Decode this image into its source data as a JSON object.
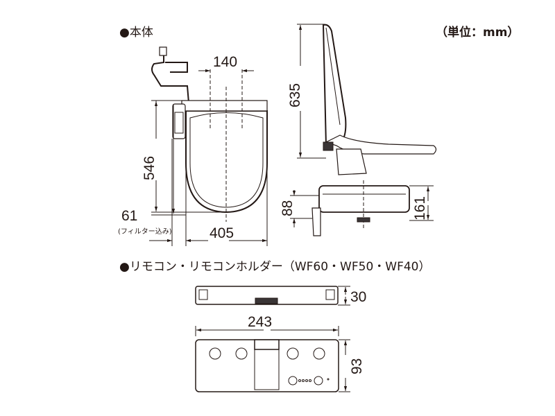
{
  "headings": {
    "body": "●本体",
    "unit": "（単位：mm）",
    "remote": "●リモコン・リモコンホルダー（WF60・WF50・WF40）"
  },
  "dimensions": {
    "body_front": {
      "top_width": "140",
      "height": "546",
      "rear_offset": "61",
      "rear_offset_note": "(フィルター込み)",
      "width": "405"
    },
    "body_side": {
      "height": "635",
      "seat_height": "88",
      "total_height": "161"
    },
    "remote": {
      "thickness": "30",
      "width": "243",
      "height": "93"
    }
  }
}
